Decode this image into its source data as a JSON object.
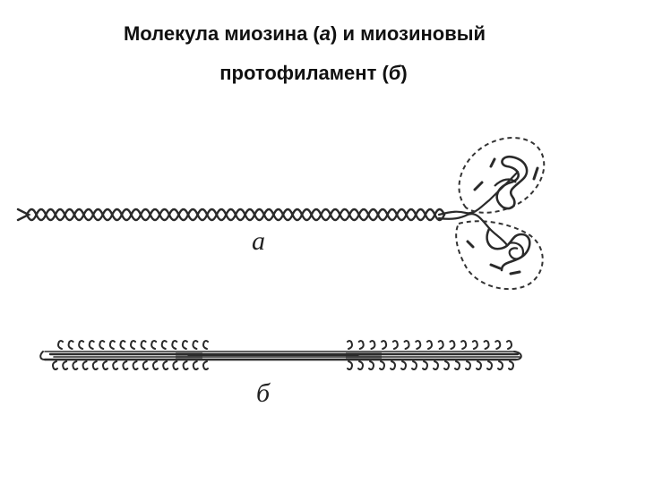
{
  "title": {
    "line1_prefix": "Молекула миозина (",
    "line1_italic": "а",
    "line1_suffix": ") и миозиновый",
    "line2_prefix": "протофиламент (",
    "line2_italic": "б",
    "line2_suffix": ")"
  },
  "figure": {
    "label_a": "а",
    "label_b": "б"
  }
}
